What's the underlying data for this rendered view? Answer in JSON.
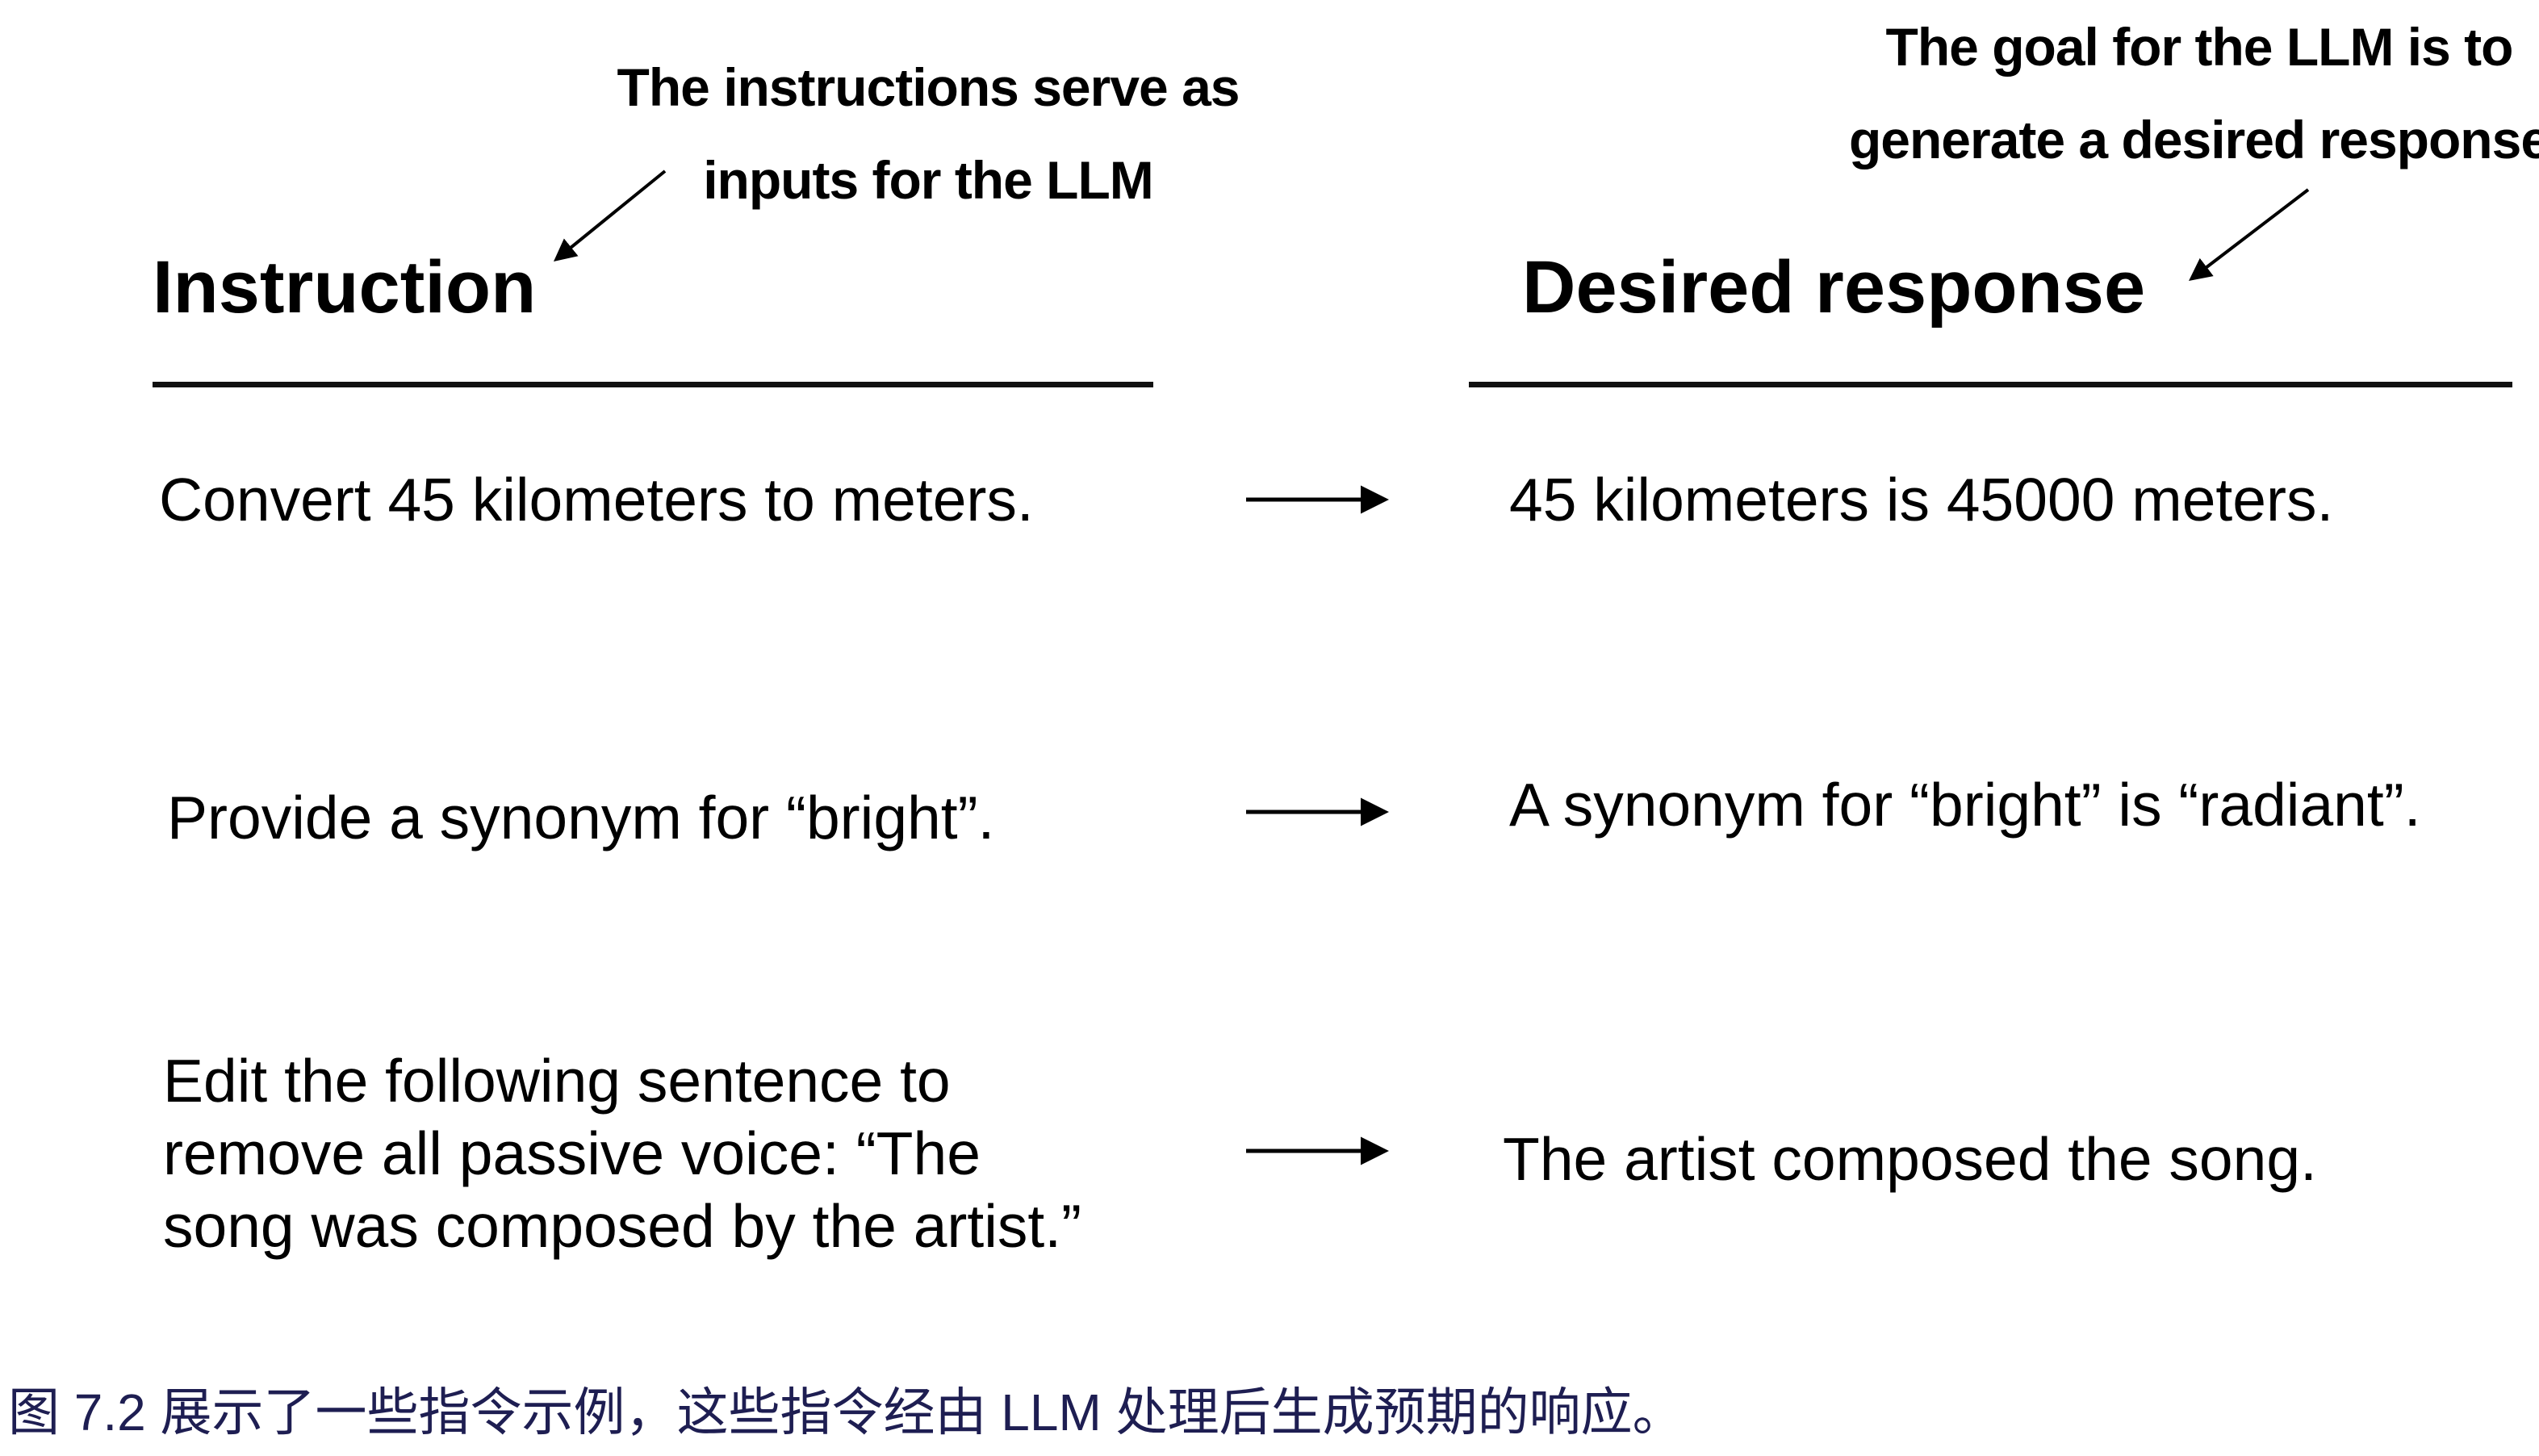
{
  "annotations": {
    "left_note": "The instructions serve as\ninputs for the LLM",
    "right_note": "The goal for the LLM is to\ngenerate a desired response"
  },
  "table": {
    "left_header": "Instruction",
    "right_header": "Desired response",
    "rows": [
      {
        "instruction": "Convert 45 kilometers to meters.",
        "response": "45 kilometers is 45000 meters."
      },
      {
        "instruction": "Provide a synonym for “bright”.",
        "response": "A synonym for “bright” is “radiant”."
      },
      {
        "instruction": "Edit the following sentence to\nremove all passive voice: “The\nsong was composed by the artist.”",
        "response": "The artist composed the song."
      }
    ]
  },
  "caption": "图 7.2 展示了一些指令示例，这些指令经由 LLM 处理后生成预期的响应。",
  "icons": {
    "row_arrow": "right-arrow",
    "left_annotation_arrow": "down-left-arrow",
    "right_annotation_arrow": "down-left-arrow"
  },
  "colors": {
    "text": "#000000",
    "caption": "#1e1e52",
    "background": "#ffffff"
  }
}
